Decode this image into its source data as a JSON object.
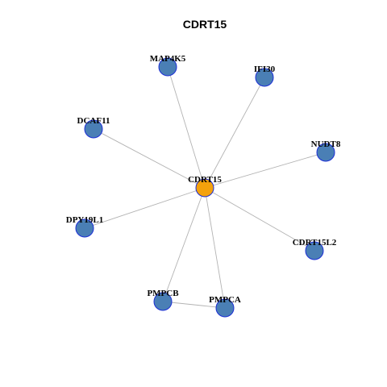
{
  "title": "CDRT15",
  "colors": {
    "center_node": "#F4A20C",
    "leaf_node": "#4A7FB5",
    "node_border": "#1C2ED6",
    "edge": "#B3B3B3"
  },
  "nodes": [
    {
      "id": "CDRT15",
      "label": "CDRT15",
      "role": "center"
    },
    {
      "id": "MAP4K5",
      "label": "MAP4K5",
      "role": "leaf"
    },
    {
      "id": "IFI30",
      "label": "IFI30",
      "role": "leaf"
    },
    {
      "id": "DCAF11",
      "label": "DCAF11",
      "role": "leaf"
    },
    {
      "id": "NUDT8",
      "label": "NUDT8",
      "role": "leaf"
    },
    {
      "id": "DPY19L1",
      "label": "DPY19L1",
      "role": "leaf"
    },
    {
      "id": "CDRT15L2",
      "label": "CDRT15L2",
      "role": "leaf"
    },
    {
      "id": "PMPCB",
      "label": "PMPCB",
      "role": "leaf"
    },
    {
      "id": "PMPCA",
      "label": "PMPCA",
      "role": "leaf"
    }
  ],
  "edges": [
    {
      "source": "CDRT15",
      "target": "MAP4K5"
    },
    {
      "source": "CDRT15",
      "target": "IFI30"
    },
    {
      "source": "CDRT15",
      "target": "DCAF11"
    },
    {
      "source": "CDRT15",
      "target": "NUDT8"
    },
    {
      "source": "CDRT15",
      "target": "DPY19L1"
    },
    {
      "source": "CDRT15",
      "target": "CDRT15L2"
    },
    {
      "source": "CDRT15",
      "target": "PMPCB"
    },
    {
      "source": "CDRT15",
      "target": "PMPCA"
    },
    {
      "source": "PMPCB",
      "target": "PMPCA"
    }
  ]
}
